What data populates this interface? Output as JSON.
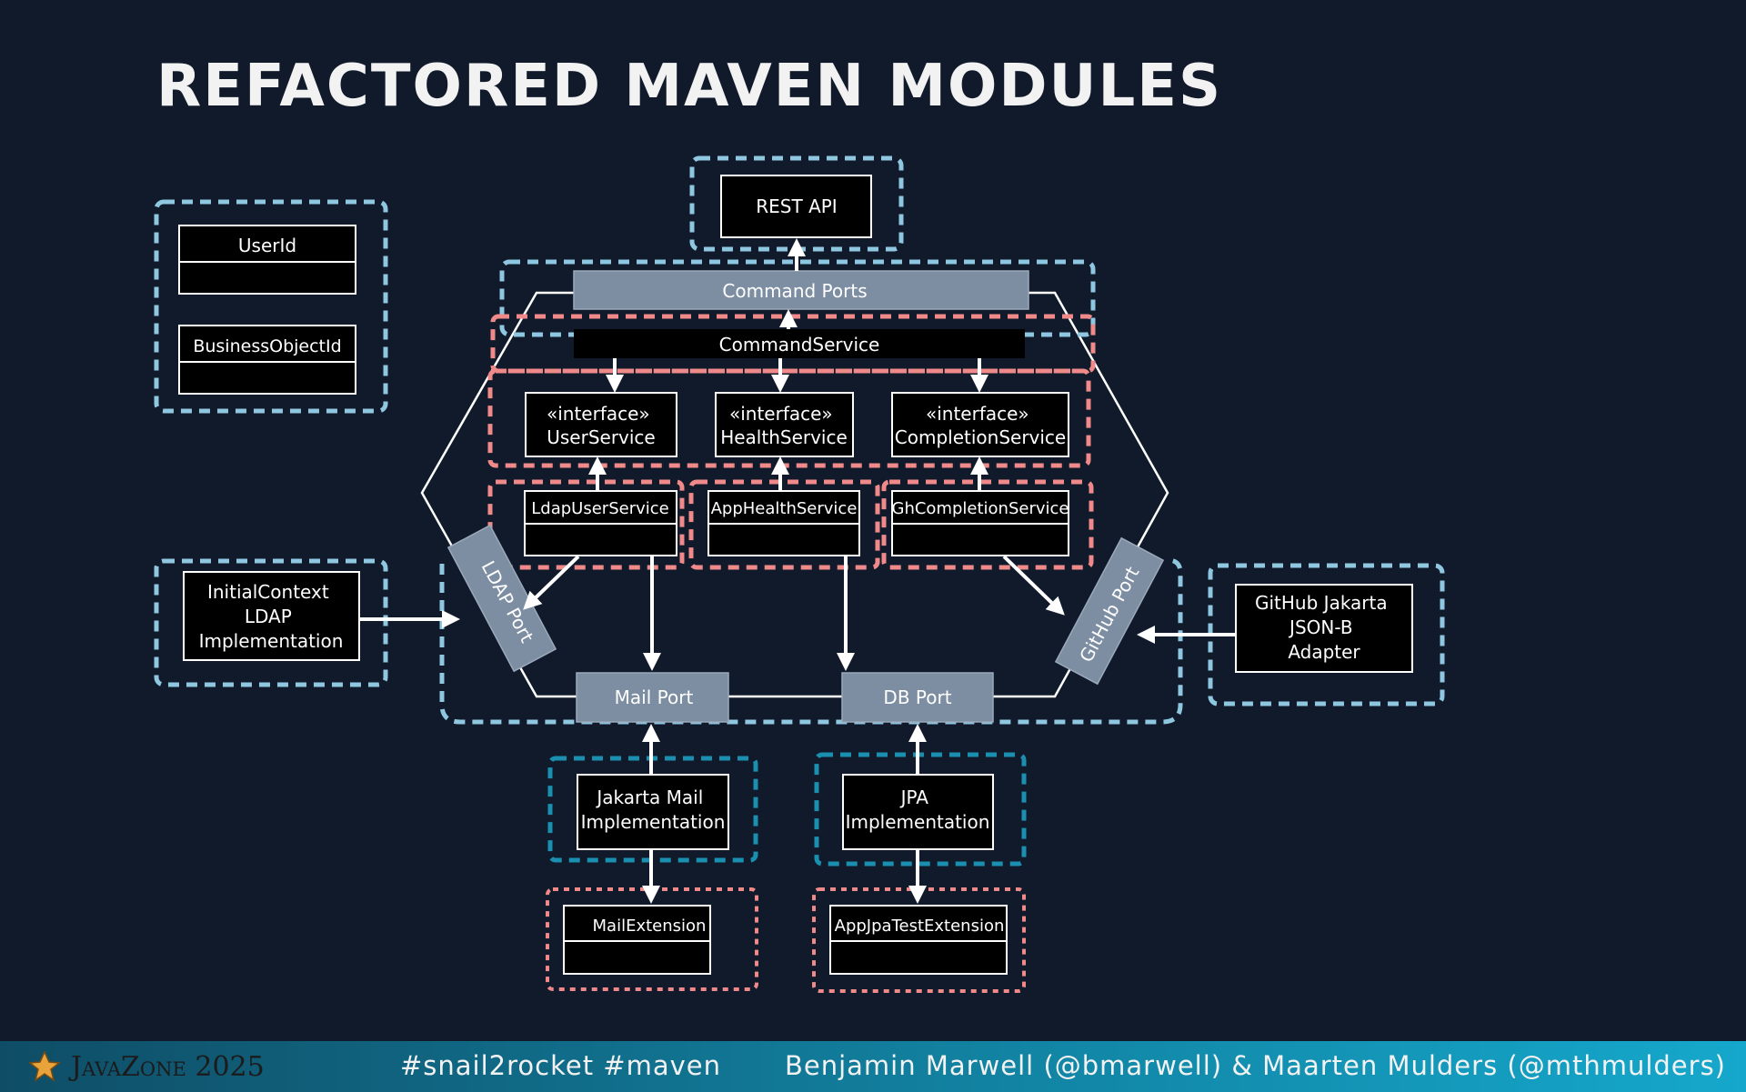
{
  "slide": {
    "title": "REFACTORED MAVEN MODULES"
  },
  "diagram": {
    "rest_api": "REST API",
    "command_ports": "Command Ports",
    "command_service": "CommandService",
    "user_service": [
      "«interface»",
      "UserService"
    ],
    "health_service": [
      "«interface»",
      "HealthService"
    ],
    "completion_service": [
      "«interface»",
      "CompletionService"
    ],
    "ldap_user_service": "LdapUserService",
    "app_health_service": "AppHealthService",
    "gh_completion_service": "GhCompletionService",
    "user_id": "UserId",
    "business_object_id": "BusinessObjectId",
    "ldap_port": "LDAP Port",
    "github_port": "GitHub Port",
    "mail_port": "Mail Port",
    "db_port": "DB Port",
    "ldap_impl": [
      "InitialContext",
      "LDAP",
      "Implementation"
    ],
    "github_adapter": [
      "GitHub Jakarta",
      "JSON-B",
      "Adapter"
    ],
    "jakarta_mail_impl": [
      "Jakarta Mail",
      "Implementation"
    ],
    "jpa_impl": [
      "JPA",
      "Implementation"
    ],
    "mail_extension": "MailExtension",
    "app_jpa_test_extension": "AppJpaTestExtension",
    "colors": {
      "background": "#111a2a",
      "api_module": "#8fc6e0",
      "core_module": "#f08a8a",
      "impl_module": "#1a8fb0",
      "port_fill": "#7d8ea3"
    }
  },
  "footer": {
    "logo_text": "JavaZone 2025",
    "tags": "#snail2rocket #maven",
    "authors": "Benjamin Marwell (@bmarwell) & Maarten Mulders (@mthmulders)"
  }
}
